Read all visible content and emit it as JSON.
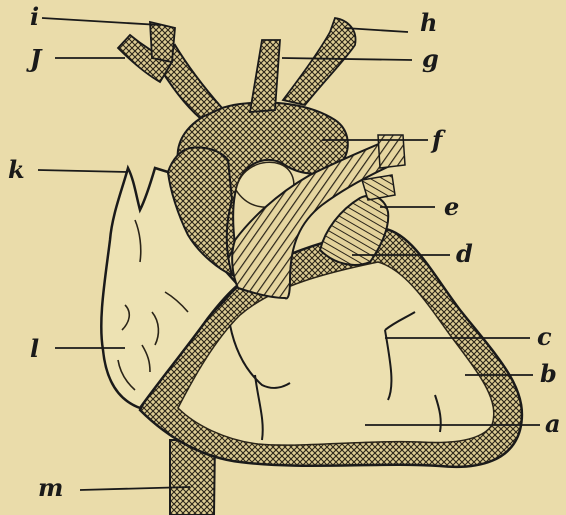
{
  "labels": {
    "a": "a",
    "b": "b",
    "c": "c",
    "d": "d",
    "e": "e",
    "f": "f",
    "g": "g",
    "h": "h",
    "i": "i",
    "j": "J",
    "k": "k",
    "l": "l",
    "m": "m"
  },
  "colors": {
    "paper": "#eadcaa",
    "ink": "#1a1a1a"
  }
}
